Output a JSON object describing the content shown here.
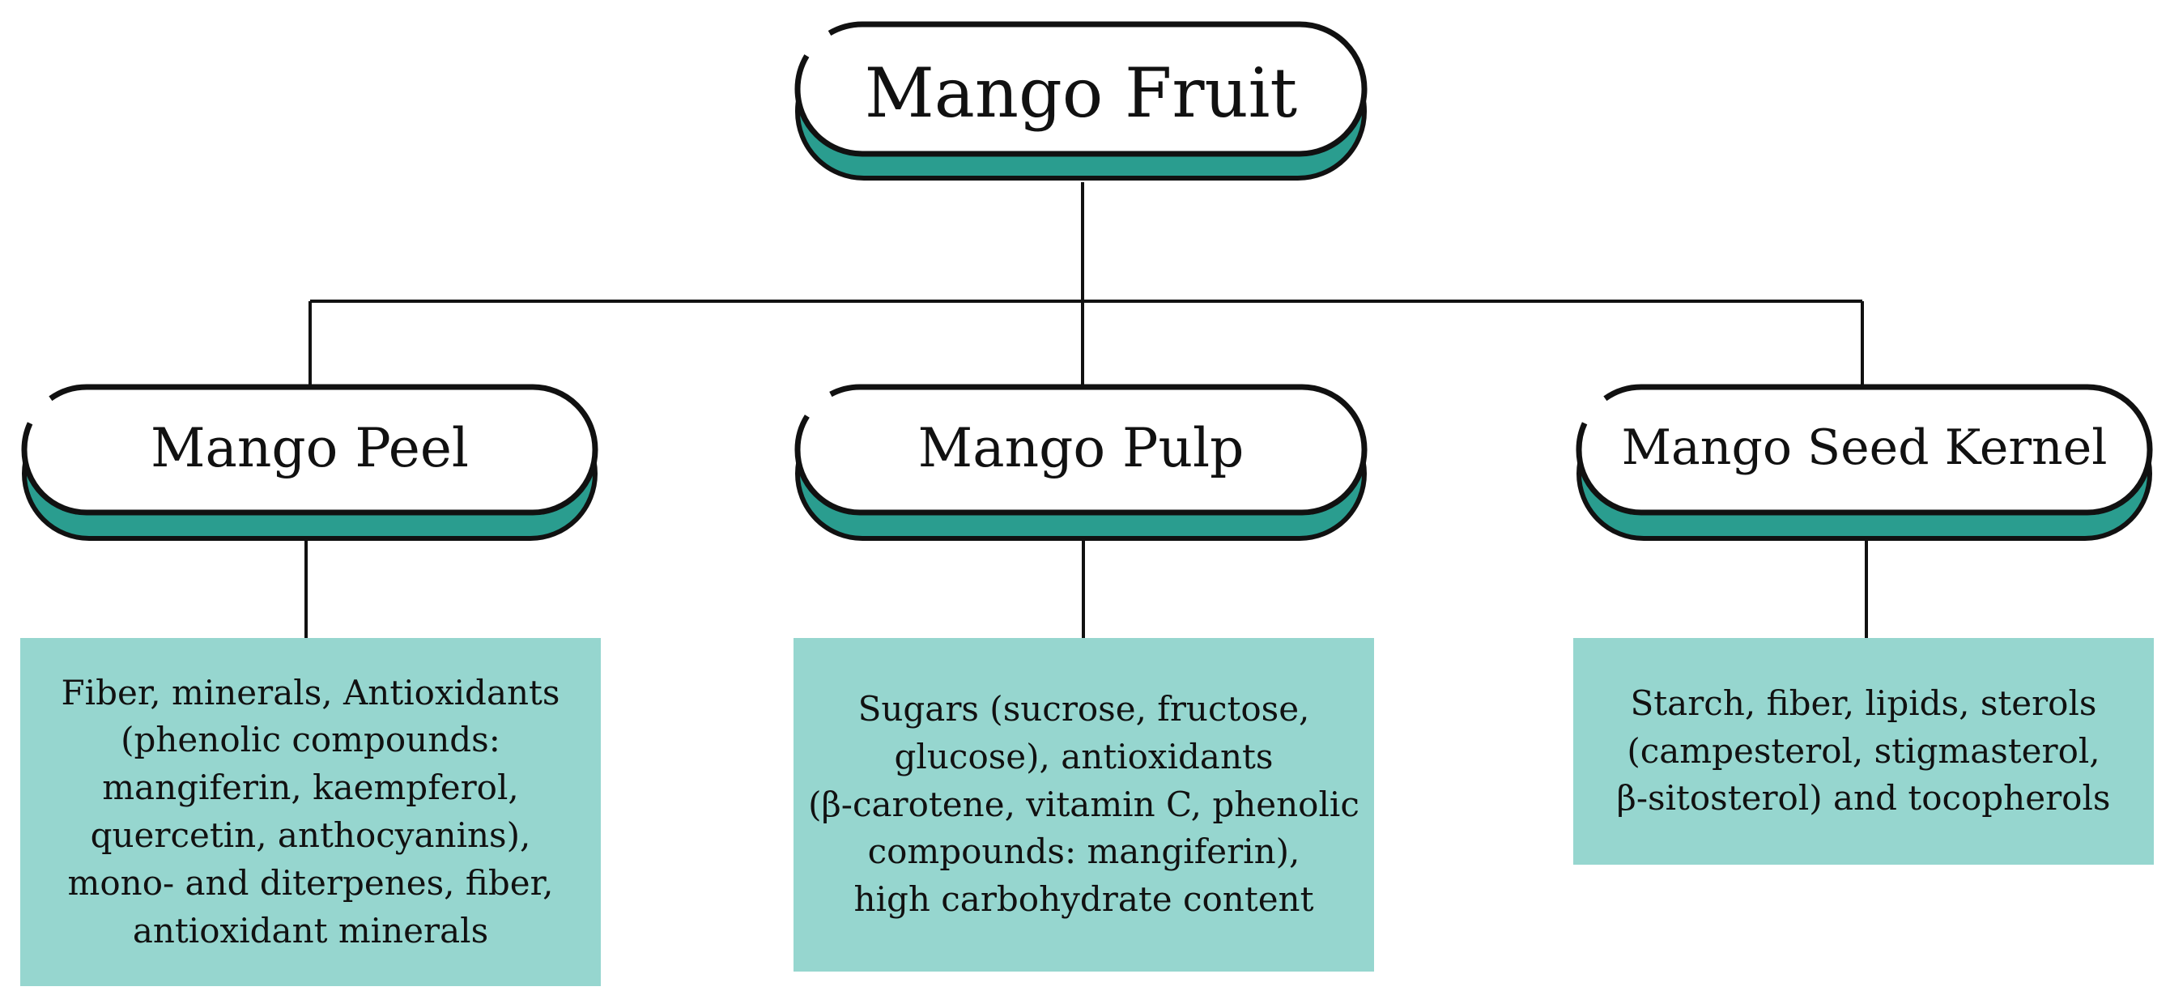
{
  "colors": {
    "accent": "#2a9d8f",
    "box_fill": "#96d6cf",
    "outline": "#111111"
  },
  "root": {
    "label": "Mango Fruit"
  },
  "branches": [
    {
      "label": "Mango Peel",
      "details": [
        "Fiber, minerals, Antioxidants",
        "(phenolic compounds:",
        "mangiferin, kaempferol,",
        "quercetin, anthocyanins),",
        "mono- and diterpenes, fiber,",
        "antioxidant minerals"
      ]
    },
    {
      "label": "Mango Pulp",
      "details": [
        "Sugars (sucrose, fructose,",
        "glucose), antioxidants",
        "(β-carotene, vitamin C, phenolic",
        "compounds: mangiferin),",
        "high carbohydrate content"
      ]
    },
    {
      "label": "Mango Seed Kernel",
      "details": [
        "Starch, fiber, lipids, sterols",
        "(campesterol, stigmasterol,",
        "β-sitosterol) and tocopherols"
      ]
    }
  ]
}
